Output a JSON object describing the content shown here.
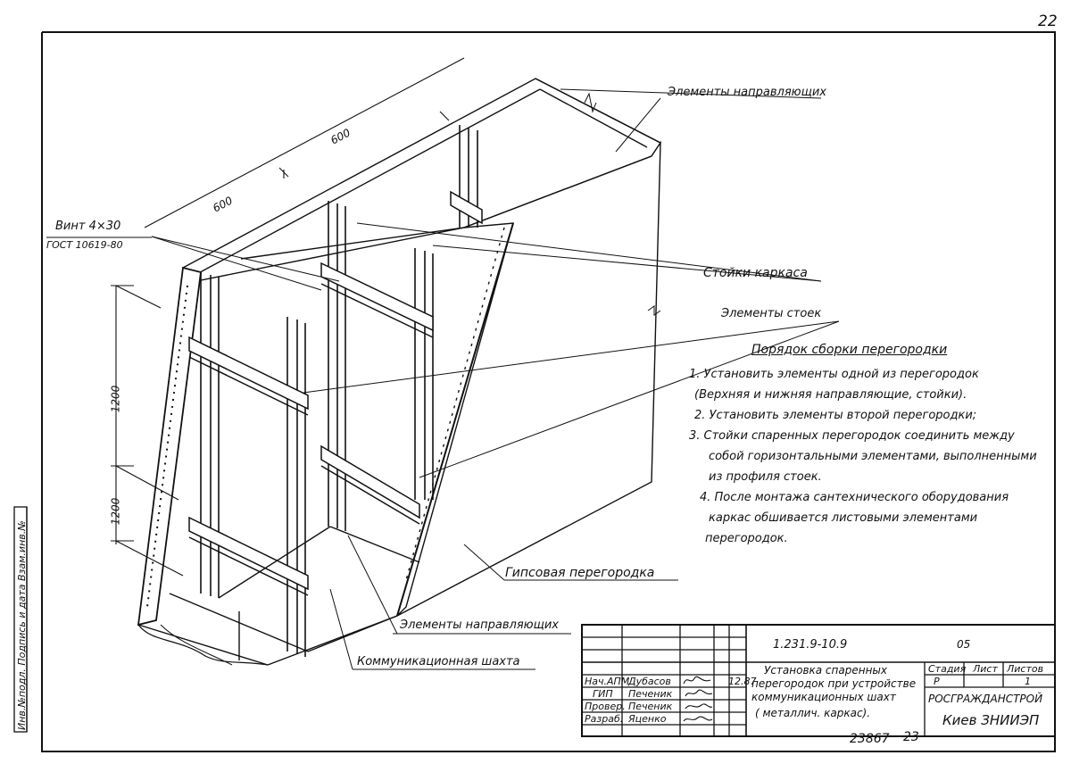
{
  "page_number": "22",
  "labels": {
    "guide_elements_top": "Элементы направляющих",
    "frame_posts": "Стойки каркаса",
    "wall_elements": "Элементы стоек",
    "screw_line1": "Винт 4×30",
    "screw_line2": "ГОСТ 10619-80",
    "gypsum_partition": "Гипсовая перегородка",
    "guide_elements_bottom": "Элементы направляющих",
    "comm_shaft": "Коммуникационная шахта"
  },
  "dimensions": {
    "top_dim_1": "600",
    "top_dim_2": "600",
    "height_dim_1": "1200",
    "height_dim_2": "1200"
  },
  "procedure": {
    "title": "Порядок сборки перегородки",
    "lines": [
      "1. Установить элементы одной из перегородок",
      "(Верхняя и нижняя направляющие, стойки).",
      "2. Установить элементы второй перегородки;",
      "3. Стойки спаренных перегородок соединить между",
      "собой горизонтальными элементами, выполненными",
      "из профиля стоек.",
      "4. После монтажа сантехнического оборудования",
      "каркас обшивается листовыми элементами",
      "перегородок."
    ]
  },
  "title_block": {
    "doc_code": "1.231.9-10.9",
    "sheet_code": "05",
    "drawing_title": [
      "Установка спаренных",
      "перегородок при устройстве",
      "коммуникационных шахт",
      "( металлич. каркас)."
    ],
    "stage_header": "Стадия",
    "sheet_header": "Лист",
    "sheets_header": "Листов",
    "stage_value": "Р",
    "sheet_value": "1",
    "sheets_value": "",
    "org_line1": "РОСГРАЖДАНСТРОЙ",
    "org_line2": "Киев ЗНИИЭП",
    "date_mark": "12.87",
    "roles": [
      {
        "role": "Нач.АПМ",
        "name": "Дубасов"
      },
      {
        "role": "ГИП",
        "name": "Печеник"
      },
      {
        "role": "Провер.",
        "name": "Печеник"
      },
      {
        "role": "Разраб.",
        "name": "Яценко"
      }
    ]
  },
  "sidebar": {
    "text": "Инв.№подл.  Подпись и дата  Взам.инв.№"
  },
  "archive_number": "23867",
  "archive_suffix": "23"
}
